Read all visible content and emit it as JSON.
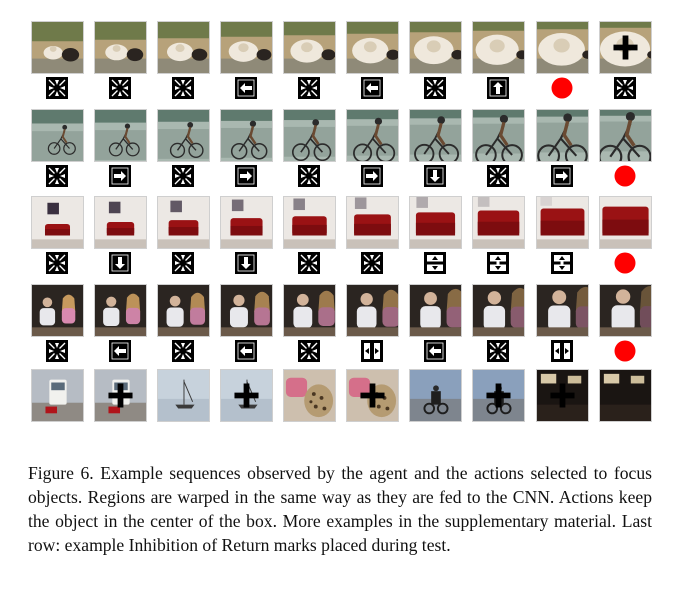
{
  "figure": {
    "rows": [
      {
        "scene": "sheep",
        "actions": [
          "trigger-ior",
          "trigger-ior",
          "trigger-ior",
          "left",
          "trigger-ior",
          "left",
          "trigger-ior",
          "up",
          "trigger",
          "trigger-ior"
        ],
        "ior_thumbs": [
          9
        ]
      },
      {
        "scene": "cyclist",
        "actions": [
          "trigger-ior",
          "right",
          "trigger-ior",
          "right",
          "trigger-ior",
          "right",
          "down",
          "trigger-ior",
          "right",
          "trigger"
        ],
        "ior_thumbs": []
      },
      {
        "scene": "sofa",
        "actions": [
          "trigger-ior",
          "down",
          "trigger-ior",
          "down",
          "trigger-ior",
          "trigger-ior",
          "shrink-h",
          "shrink-v",
          "shrink-v",
          "trigger"
        ],
        "ior_thumbs": []
      },
      {
        "scene": "people",
        "actions": [
          "trigger-ior",
          "left",
          "trigger-ior",
          "left",
          "trigger-ior",
          "fatter",
          "left",
          "trigger-ior",
          "fatter",
          "trigger"
        ],
        "ior_thumbs": []
      },
      {
        "scene": "ior-examples",
        "thumbs": [
          "bus",
          "bus",
          "boat",
          "boat",
          "leopard-cushion",
          "leopard-cushion",
          "motorcycle",
          "motorcycle",
          "room",
          "room"
        ],
        "ior_thumbs": [
          1,
          3,
          5,
          7,
          8
        ]
      }
    ],
    "colors": {
      "trigger": "#ff0000",
      "icon_bg": "#000000",
      "icon_fg": "#ffffff"
    }
  },
  "caption": {
    "text": "Figure 6. Example sequences observed by the agent and the actions selected to focus objects. Regions are warped in the same way as they are fed to the CNN. Actions keep the object in the center of the box. More examples in the supplementary material. Last row: example Inhibition of Return marks placed during test."
  }
}
